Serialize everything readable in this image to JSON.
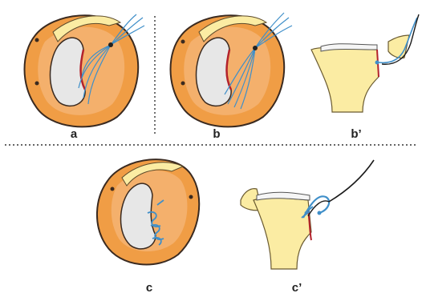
{
  "panels": [
    {
      "id": "a",
      "label": "a"
    },
    {
      "id": "b",
      "label": "b"
    },
    {
      "id": "b2",
      "label": "b’"
    },
    {
      "id": "c",
      "label": "c"
    },
    {
      "id": "c2",
      "label": "c’"
    }
  ],
  "colors": {
    "bone_orange": "#f09d45",
    "bone_dark_outline": "#3a2a20",
    "bone_light_band": "#f7bf8c",
    "cartilage_yellow": "#fbeca3",
    "glenoid_fill": "#e7e7e7",
    "labrum_red": "#b3222b",
    "suture_blue": "#3f8fc9",
    "suture_dark": "#1b1b1b",
    "divider": "#333333"
  },
  "icons": [
    "suture-anchor-icon",
    "suture-strands-icon",
    "bone-cross-section-icon"
  ]
}
